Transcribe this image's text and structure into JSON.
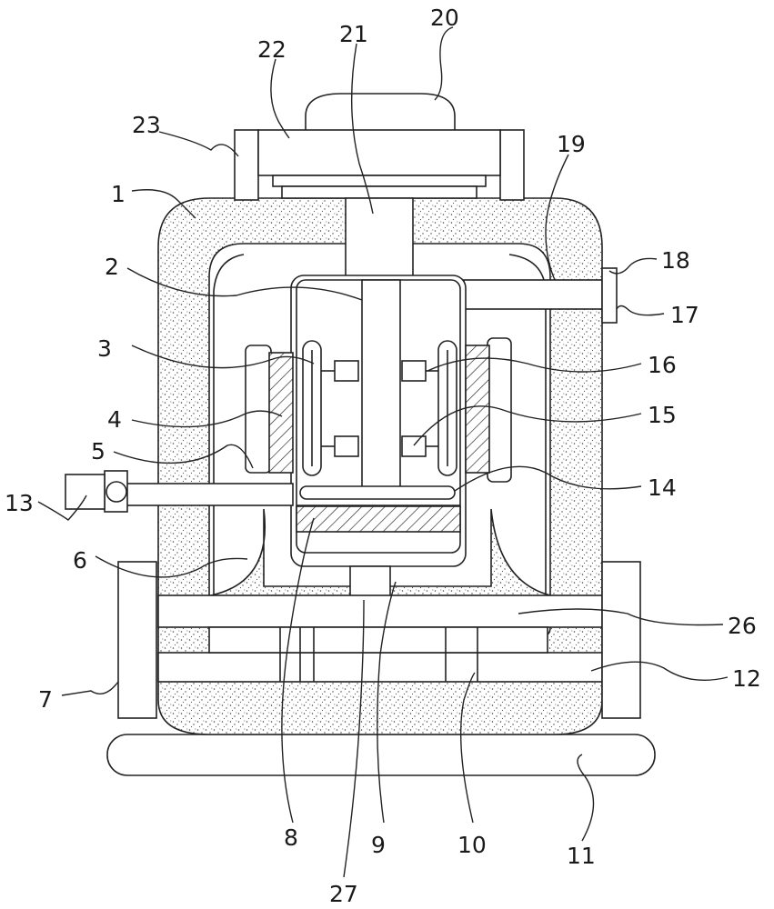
{
  "labels": {
    "l1": "1",
    "l2": "2",
    "l3": "3",
    "l4": "4",
    "l5": "5",
    "l6": "6",
    "l7": "7",
    "l8": "8",
    "l9": "9",
    "l10": "10",
    "l11": "11",
    "l12": "12",
    "l13": "13",
    "l14": "14",
    "l15": "15",
    "l16": "16",
    "l17": "17",
    "l18": "18",
    "l19": "19",
    "l20": "20",
    "l21": "21",
    "l22": "22",
    "l23": "23",
    "l26": "26",
    "l27": "27"
  }
}
